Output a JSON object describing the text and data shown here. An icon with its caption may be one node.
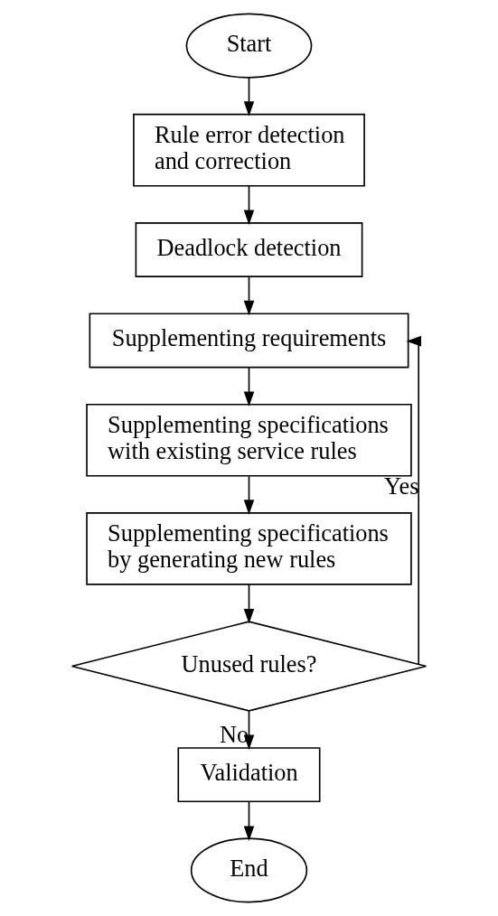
{
  "diagram": {
    "nodes": [
      {
        "text": [
          "Start"
        ]
      },
      {
        "text": [
          "Rule error detection and correction"
        ]
      },
      {
        "text": [
          "Deadlock detection"
        ]
      },
      {
        "text": [
          "Supplementing requirements"
        ]
      },
      {
        "text": [
          "Supplementing specifications with existing service rules"
        ]
      },
      {
        "text": [
          "Supplementing specifications by generating new rules"
        ]
      },
      {
        "text": [
          "Unused rules?"
        ]
      },
      {
        "text": [
          "Validation"
        ]
      },
      {
        "text": [
          "End"
        ]
      }
    ],
    "edges": [
      {
        "from": 0,
        "to": 1,
        "arrow": "to"
      },
      {
        "from": 1,
        "to": 2,
        "arrow": "to"
      },
      {
        "from": 2,
        "to": 3,
        "arrow": "to"
      },
      {
        "from": 3,
        "to": 4,
        "arrow": "to"
      },
      {
        "from": 4,
        "to": 5,
        "arrow": "to"
      },
      {
        "from": 5,
        "to": 6,
        "arrow": "to"
      },
      {
        "from": 6,
        "to": 3,
        "arrow": "to",
        "label": "Yes"
      },
      {
        "from": 6,
        "to": 7,
        "arrow": "to",
        "label": "No"
      },
      {
        "from": 7,
        "to": 8,
        "arrow": "to"
      }
    ]
  }
}
